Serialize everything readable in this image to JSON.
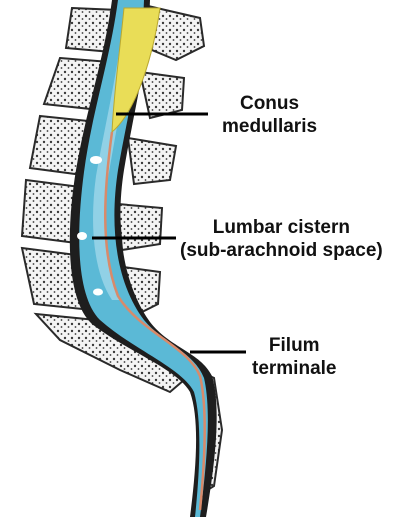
{
  "labels": {
    "conus": [
      "Conus",
      "medullaris"
    ],
    "cistern": [
      "Lumbar cistern",
      "(sub-arachnoid space)"
    ],
    "filum": [
      "Filum",
      "terminale"
    ]
  },
  "colors": {
    "background": "#ffffff",
    "bone_fill": "#f4f4f4",
    "bone_outline": "#2a2a2a",
    "marrow_dots": "#3a3a3a",
    "dura": "#1e1e1e",
    "csf_cistern": "#5bb9d6",
    "csf_light": "#9fd7ea",
    "spinal_cord": "#e9dd57",
    "filum_terminale": "#d98a6a",
    "leader_line": "#000000"
  }
}
